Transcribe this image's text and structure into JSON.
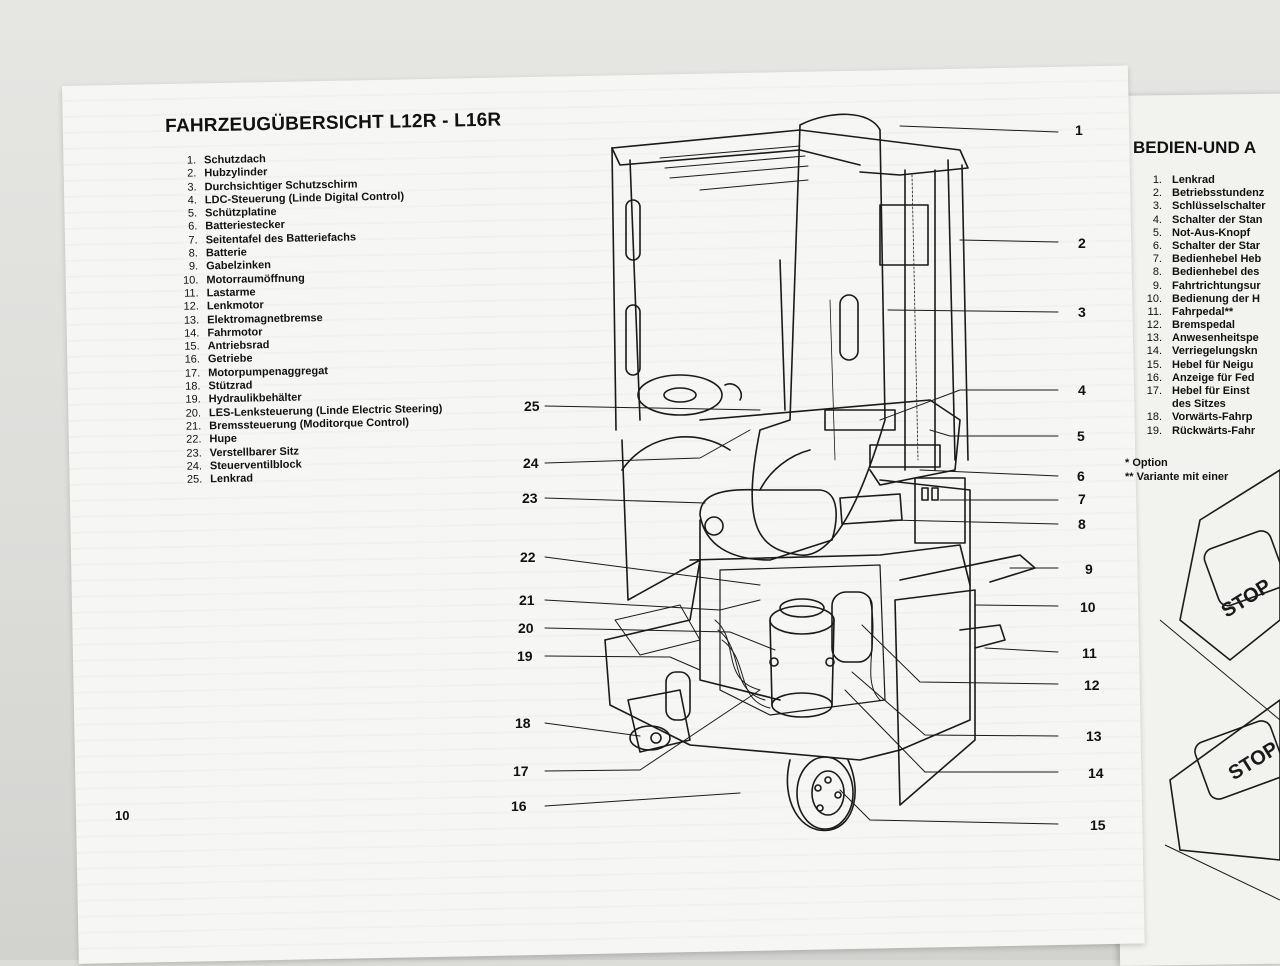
{
  "left_page": {
    "title": "FAHRZEUGÜBERSICHT L12R - L16R",
    "page_number": "10",
    "parts": [
      {
        "num": "1.",
        "label": "Schutzdach"
      },
      {
        "num": "2.",
        "label": "Hubzylinder"
      },
      {
        "num": "3.",
        "label": "Durchsichtiger Schutzschirm"
      },
      {
        "num": "4.",
        "label": "LDC-Steuerung (Linde Digital Control)"
      },
      {
        "num": "5.",
        "label": "Schützplatine"
      },
      {
        "num": "6.",
        "label": "Batteriestecker"
      },
      {
        "num": "7.",
        "label": "Seitentafel des Batteriefachs"
      },
      {
        "num": "8.",
        "label": "Batterie"
      },
      {
        "num": "9.",
        "label": "Gabelzinken"
      },
      {
        "num": "10.",
        "label": "Motorraumöffnung"
      },
      {
        "num": "11.",
        "label": "Lastarme"
      },
      {
        "num": "12.",
        "label": "Lenkmotor"
      },
      {
        "num": "13.",
        "label": "Elektromagnetbremse"
      },
      {
        "num": "14.",
        "label": "Fahrmotor"
      },
      {
        "num": "15.",
        "label": "Antriebsrad"
      },
      {
        "num": "16.",
        "label": "Getriebe"
      },
      {
        "num": "17.",
        "label": "Motorpumpenaggregat"
      },
      {
        "num": "18.",
        "label": "Stützrad"
      },
      {
        "num": "19.",
        "label": "Hydraulikbehälter"
      },
      {
        "num": "20.",
        "label": "LES-Lenksteuerung (Linde Electric Steering)"
      },
      {
        "num": "21.",
        "label": "Bremssteuerung (Moditorque Control)"
      },
      {
        "num": "22.",
        "label": "Hupe"
      },
      {
        "num": "23.",
        "label": "Verstellbarer Sitz"
      },
      {
        "num": "24.",
        "label": "Steuerventilblock"
      },
      {
        "num": "25.",
        "label": "Lenkrad"
      }
    ],
    "callouts": [
      "1",
      "2",
      "3",
      "4",
      "5",
      "6",
      "7",
      "8",
      "9",
      "10",
      "11",
      "12",
      "13",
      "14",
      "15",
      "16",
      "17",
      "18",
      "19",
      "20",
      "21",
      "22",
      "23",
      "24",
      "25"
    ]
  },
  "right_page": {
    "title": "BEDIEN-UND A",
    "items": [
      {
        "num": "1.",
        "label": "Lenkrad"
      },
      {
        "num": "2.",
        "label": "Betriebsstundenz"
      },
      {
        "num": "3.",
        "label": "Schlüsselschalter"
      },
      {
        "num": "4.",
        "label": "Schalter der Stan"
      },
      {
        "num": "5.",
        "label": "Not-Aus-Knopf"
      },
      {
        "num": "6.",
        "label": "Schalter der Star"
      },
      {
        "num": "7.",
        "label": "Bedienhebel Heb"
      },
      {
        "num": "8.",
        "label": "Bedienhebel des"
      },
      {
        "num": "9.",
        "label": "Fahrtrichtungsur"
      },
      {
        "num": "10.",
        "label": "Bedienung der H"
      },
      {
        "num": "11.",
        "label": "Fahrpedal**"
      },
      {
        "num": "12.",
        "label": "Bremspedal"
      },
      {
        "num": "13.",
        "label": "Anwesenheitspe"
      },
      {
        "num": "14.",
        "label": "Verriegelungskn"
      },
      {
        "num": "15.",
        "label": "Hebel für Neigu"
      },
      {
        "num": "16.",
        "label": "Anzeige für Fed"
      },
      {
        "num": "17.",
        "label": "Hebel für Einst"
      },
      {
        "num": "",
        "label": "des Sitzes"
      },
      {
        "num": "18.",
        "label": "Vorwärts-Fahrp"
      },
      {
        "num": "19.",
        "label": "Rückwärts-Fahr"
      }
    ],
    "note_option": "* Option",
    "note_variant": "** Variante mit einer",
    "pedal_label": "STOP"
  }
}
